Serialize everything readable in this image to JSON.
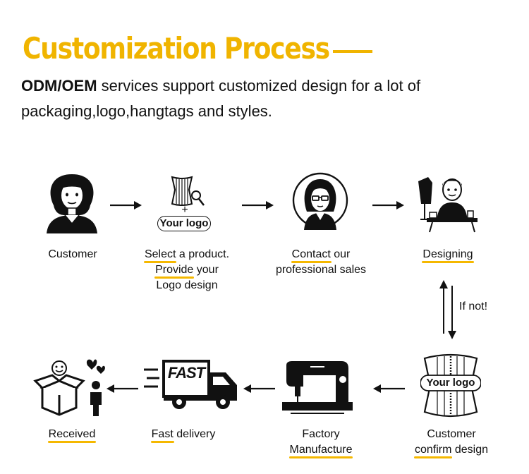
{
  "header": {
    "title": "Customization Process",
    "intro_bold": "ODM/OEM",
    "intro_line1": " services support customized design for a lot of",
    "intro_line2": "packaging,logo,hangtags and styles."
  },
  "steps": {
    "customer": {
      "label": "Customer"
    },
    "select": {
      "line1_u": "Select",
      "line1_rest": " a product.",
      "line2_u": "Provide",
      "line2_rest": " your",
      "line3": "Logo design",
      "logo_text": "Your logo",
      "plus": "+"
    },
    "contact": {
      "line1_u": "Contact",
      "line1_rest": " our",
      "line2": "professional sales"
    },
    "designing": {
      "label_u": "Designing"
    },
    "confirm": {
      "line1": "Customer",
      "line2_u": "confirm",
      "line2_rest": " design",
      "logo_text": "Your logo"
    },
    "factory": {
      "line1": "Factory",
      "line2_u": "Manufacture"
    },
    "delivery": {
      "label_u": "Fast",
      "label_rest": " delivery",
      "truck_text": "FAST"
    },
    "received": {
      "label_u": "Received"
    }
  },
  "loop": {
    "label": "If not!"
  },
  "colors": {
    "accent": "#f0b400",
    "underline": "#f5b800",
    "ink": "#111111"
  }
}
